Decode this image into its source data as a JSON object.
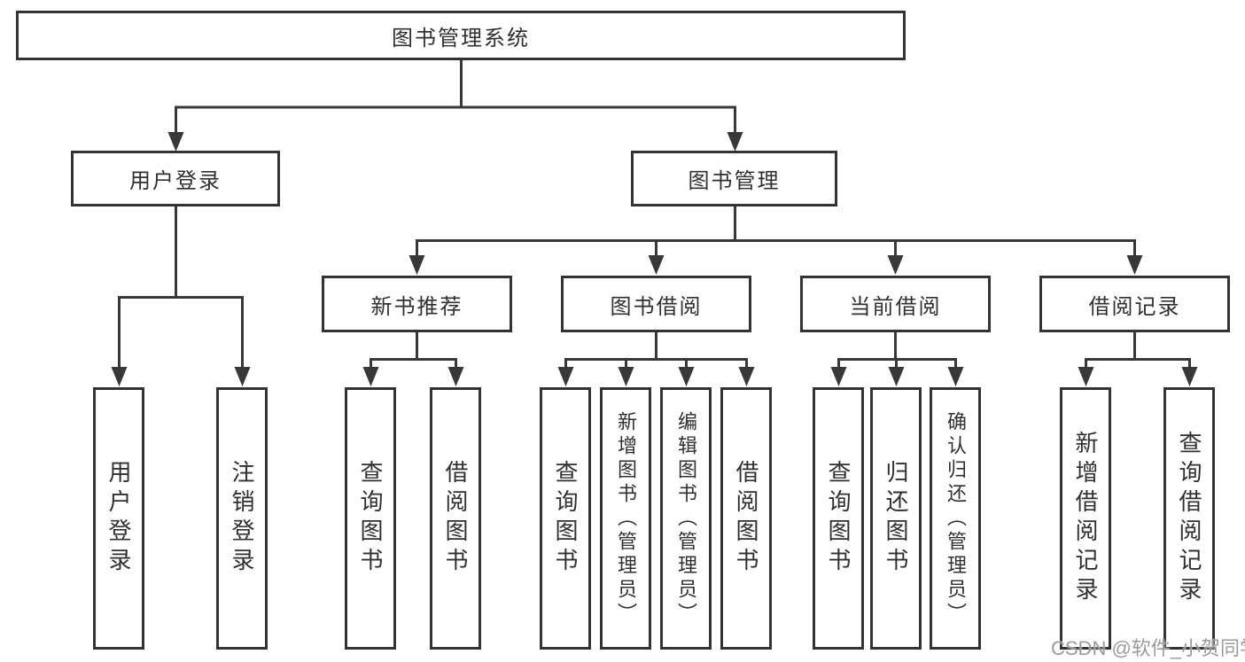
{
  "diagram": {
    "type": "tree",
    "orientation": "top-down",
    "colors": {
      "background": "#ffffff",
      "line": "#383838",
      "box_border": "#333333",
      "text": "#303030",
      "watermark": "#9b9b9b"
    }
  },
  "tree": {
    "label": "图书管理系统",
    "children": [
      {
        "label": "用户登录",
        "children": [
          {
            "label": "用户登录"
          },
          {
            "label": "注销登录"
          }
        ]
      },
      {
        "label": "图书管理",
        "children": [
          {
            "label": "新书推荐",
            "children": [
              {
                "label": "查询图书"
              },
              {
                "label": "借阅图书"
              }
            ]
          },
          {
            "label": "图书借阅",
            "children": [
              {
                "label": "查询图书"
              },
              {
                "label": "新增图书（管理员）"
              },
              {
                "label": "编辑图书（管理员）"
              },
              {
                "label": "借阅图书"
              }
            ]
          },
          {
            "label": "当前借阅",
            "children": [
              {
                "label": "查询图书"
              },
              {
                "label": "归还图书"
              },
              {
                "label": "确认归还（管理员）"
              }
            ]
          },
          {
            "label": "借阅记录",
            "children": [
              {
                "label": "新增借阅记录"
              },
              {
                "label": "查询借阅记录"
              }
            ]
          }
        ]
      }
    ]
  },
  "watermark": {
    "text": "CSDN @软件_小贺同学"
  }
}
